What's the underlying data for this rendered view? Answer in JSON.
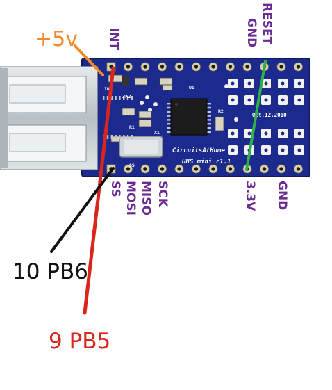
{
  "labels": {
    "plus5v": "+5v",
    "int": "INT",
    "reset": "RESET",
    "gnd_top": "GND",
    "ss": "SS",
    "mosi": "MOSI",
    "miso": "MISO",
    "sck": "SCK",
    "v33": "3.3V",
    "gnd_bottom": "GND",
    "pb6": "10 PB6",
    "pb5": "9 PB5"
  },
  "silkscreen": {
    "brand": "CircuitsAtHome",
    "model": "UHS mini r1.1",
    "date": "Oct.12,2010",
    "r1": "2K2",
    "r2": "R1",
    "r3": "R2",
    "x1": "X1",
    "ss_mark": "SS",
    "int_mark": "INT",
    "u1": "U1"
  },
  "colors": {
    "board": "#1b2a8c",
    "board_dark": "#142070",
    "pad": "#d9cfa8",
    "usb_metal": "#c9cfd3",
    "label_purple": "#6a2c93",
    "wire_orange": "#f08a2c",
    "wire_red": "#d9261c",
    "wire_black": "#111111",
    "wire_green": "#2eb04a"
  }
}
